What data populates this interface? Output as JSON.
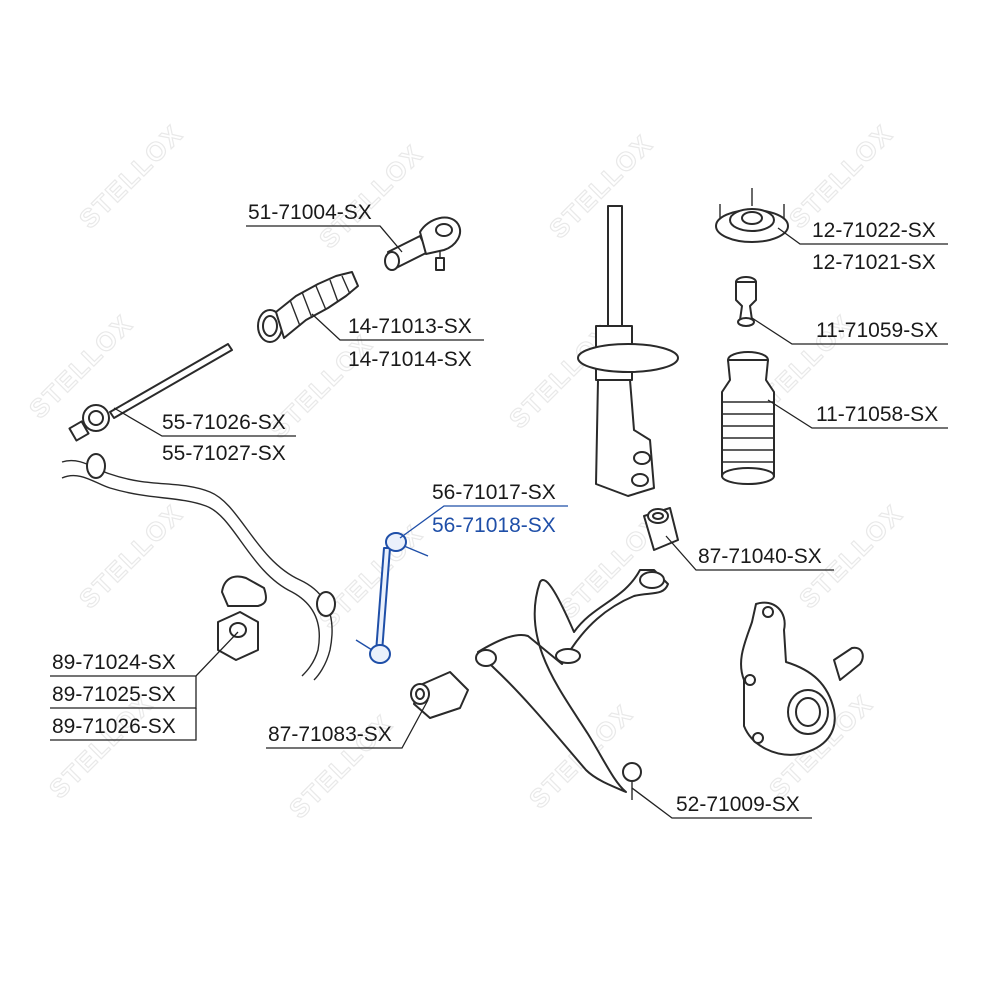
{
  "watermark": "STELLOX",
  "labels": {
    "p51_71004": "51-71004-SX",
    "p14_71013": "14-71013-SX",
    "p14_71014": "14-71014-SX",
    "p55_71026": "55-71026-SX",
    "p55_71027": "55-71027-SX",
    "p56_71017": "56-71017-SX",
    "p56_71018": "56-71018-SX",
    "p89_71024": "89-71024-SX",
    "p89_71025": "89-71025-SX",
    "p89_71026": "89-71026-SX",
    "p87_71083": "87-71083-SX",
    "p12_71022": "12-71022-SX",
    "p12_71021": "12-71021-SX",
    "p11_71059": "11-71059-SX",
    "p11_71058": "11-71058-SX",
    "p87_71040": "87-71040-SX",
    "p52_71009": "52-71009-SX"
  },
  "colors": {
    "highlight": "#1f4fa8",
    "text": "#1a1a1a",
    "line": "#2a2a2a",
    "watermark": "#e9e9e9"
  }
}
